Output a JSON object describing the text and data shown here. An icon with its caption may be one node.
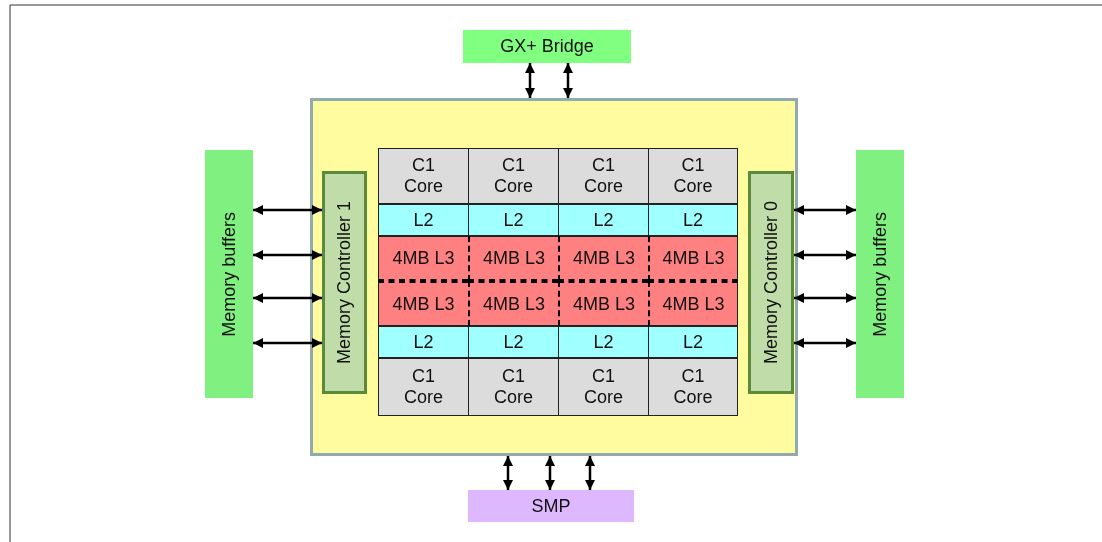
{
  "diagram": {
    "nodes": [
      {
        "text": [
          "GX+ Bridge"
        ]
      },
      {
        "text": [
          "Memory buffers"
        ]
      },
      {
        "text": [],
        "shape": "box"
      },
      {
        "text": [
          "Memory Controller 1"
        ],
        "in": 2
      },
      {
        "text": [
          "C1 Core"
        ],
        "in": 2
      },
      {
        "text": [
          "C1 Core"
        ],
        "in": 2
      },
      {
        "text": [
          "C1 Core"
        ],
        "in": 2
      },
      {
        "text": [
          "C1 Core"
        ],
        "in": 2
      },
      {
        "text": [
          "L2"
        ],
        "in": 2
      },
      {
        "text": [
          "L2"
        ],
        "in": 2
      },
      {
        "text": [
          "L2"
        ],
        "in": 2
      },
      {
        "text": [
          "L2"
        ],
        "in": 2
      },
      {
        "text": [
          "4MB L3"
        ],
        "in": 2
      },
      {
        "text": [
          "4MB L3"
        ],
        "in": 2
      },
      {
        "text": [
          "4MB L3"
        ],
        "in": 2
      },
      {
        "text": [
          "4MB L3"
        ],
        "in": 2
      },
      {
        "text": [
          "4MB L3"
        ],
        "in": 2
      },
      {
        "text": [
          "4MB L3"
        ],
        "in": 2
      },
      {
        "text": [
          "4MB L3"
        ],
        "in": 2
      },
      {
        "text": [
          "4MB L3"
        ],
        "in": 2
      },
      {
        "text": [
          "L2"
        ],
        "in": 2
      },
      {
        "text": [
          "L2"
        ],
        "in": 2
      },
      {
        "text": [
          "L2"
        ],
        "in": 2
      },
      {
        "text": [
          "L2"
        ],
        "in": 2
      },
      {
        "text": [
          "C1 Core"
        ],
        "in": 2
      },
      {
        "text": [
          "C1 Core"
        ],
        "in": 2
      },
      {
        "text": [
          "C1 Core"
        ],
        "in": 2
      },
      {
        "text": [
          "C1 Core"
        ],
        "in": 2
      },
      {
        "text": [
          "Memory Controller 0"
        ],
        "in": 2
      },
      {
        "text": [
          "Memory buffers"
        ]
      },
      {
        "text": [
          "SMP"
        ]
      }
    ],
    "edges": [
      {
        "from": 0,
        "to": 2,
        "arrow": "both"
      },
      {
        "from": 0,
        "to": 2,
        "arrow": "both"
      },
      {
        "from": 1,
        "to": 3,
        "arrow": "both"
      },
      {
        "from": 1,
        "to": 3,
        "arrow": "both"
      },
      {
        "from": 1,
        "to": 3,
        "arrow": "both"
      },
      {
        "from": 1,
        "to": 3,
        "arrow": "both"
      },
      {
        "from": 28,
        "to": 29,
        "arrow": "both"
      },
      {
        "from": 28,
        "to": 29,
        "arrow": "both"
      },
      {
        "from": 28,
        "to": 29,
        "arrow": "both"
      },
      {
        "from": 28,
        "to": 29,
        "arrow": "both"
      },
      {
        "from": 2,
        "to": 30,
        "arrow": "both"
      },
      {
        "from": 2,
        "to": 30,
        "arrow": "both"
      },
      {
        "from": 2,
        "to": 30,
        "arrow": "both"
      }
    ]
  }
}
